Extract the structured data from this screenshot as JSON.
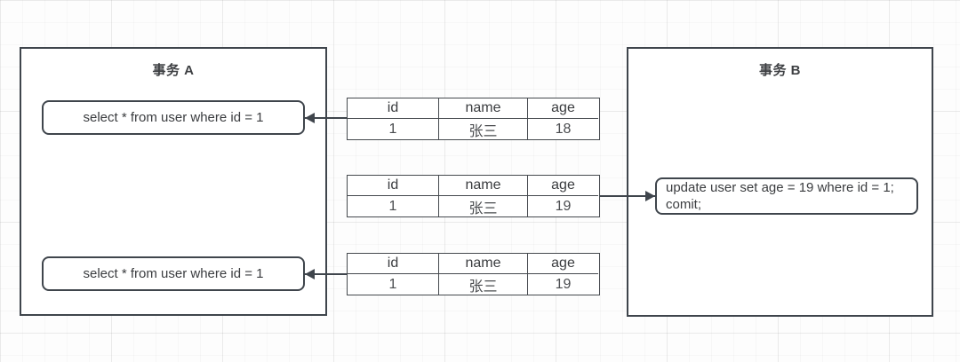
{
  "diagram": {
    "title_hint": "non-repeatable read transaction diagram",
    "colors": {
      "stroke": "#3f454c",
      "text": "#3d3f42",
      "background": "#fdfdfd"
    },
    "transaction_a": {
      "title": "事务 A",
      "query_1": "select * from user where id = 1",
      "query_2": "select * from user where id = 1"
    },
    "transaction_b": {
      "title": "事务 B",
      "update_line_1": "update user set age = 19 where id = 1;",
      "update_line_2": "comit;"
    },
    "tables": [
      {
        "headers": [
          "id",
          "name",
          "age"
        ],
        "row": [
          "1",
          "张三",
          "18"
        ]
      },
      {
        "headers": [
          "id",
          "name",
          "age"
        ],
        "row": [
          "1",
          "张三",
          "19"
        ]
      },
      {
        "headers": [
          "id",
          "name",
          "age"
        ],
        "row": [
          "1",
          "张三",
          "19"
        ]
      }
    ],
    "arrows": [
      {
        "name": "table1-to-query1",
        "direction": "left"
      },
      {
        "name": "table2-to-update",
        "direction": "right"
      },
      {
        "name": "table3-to-query2",
        "direction": "left"
      }
    ]
  }
}
